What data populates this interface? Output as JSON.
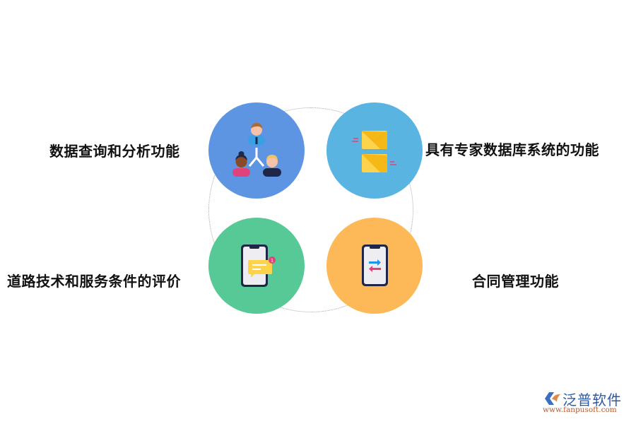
{
  "diagram": {
    "items": [
      {
        "label": "数据查询和分析功能",
        "icon": "team-hierarchy-icon",
        "color": "#5e95e3"
      },
      {
        "label": "具有专家数据库系统的功能",
        "icon": "envelopes-icon",
        "color": "#5ab4e2"
      },
      {
        "label": "道路技术和服务条件的评价",
        "icon": "phone-message-icon",
        "color": "#56c996"
      },
      {
        "label": "合同管理功能",
        "icon": "phone-transfer-icon",
        "color": "#fdb957"
      }
    ],
    "ring_color": "#a8a8a8"
  },
  "logo": {
    "name": "泛普软件",
    "url": "www.fanpusoft.com"
  }
}
